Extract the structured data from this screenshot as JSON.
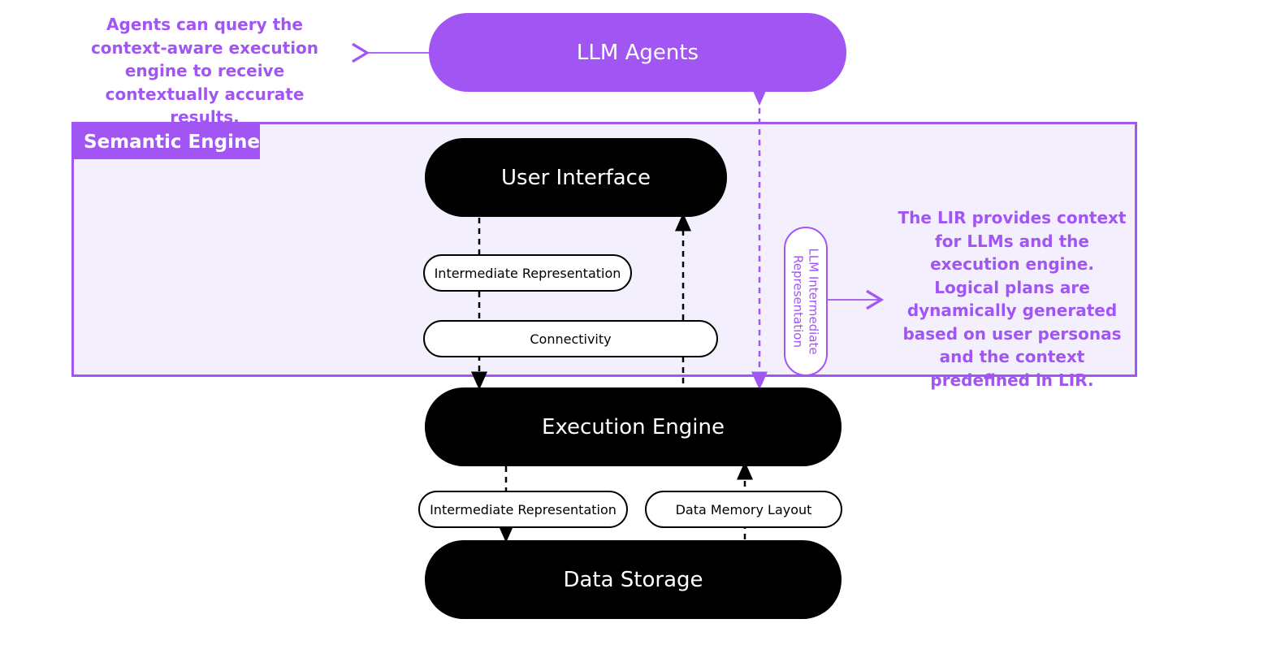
{
  "agents_note": "Agents can query the context-aware execution engine to receive contextually accurate results.",
  "nodes": {
    "llm_agents": "LLM Agents",
    "user_interface": "User Interface",
    "execution_engine": "Execution Engine",
    "data_storage": "Data Storage"
  },
  "semantic_engine": {
    "label": "Semantic Engine",
    "upper_labels": {
      "intermediate_representation": "Intermediate Representation",
      "connectivity": "Connectivity"
    },
    "lir_label": {
      "line1": "LLM Intermediate",
      "line2": "Representation"
    }
  },
  "lower_labels": {
    "intermediate_representation": "Intermediate Representation",
    "data_memory_layout": "Data Memory Layout"
  },
  "lir_note": "The LIR provides context for LLMs and the execution engine. Logical plans are dynamically generated based on user personas and the context predefined in LIR.",
  "colors": {
    "accent": "#a155f2",
    "engine_fill": "#f4effd",
    "node_fill": "#000000"
  }
}
